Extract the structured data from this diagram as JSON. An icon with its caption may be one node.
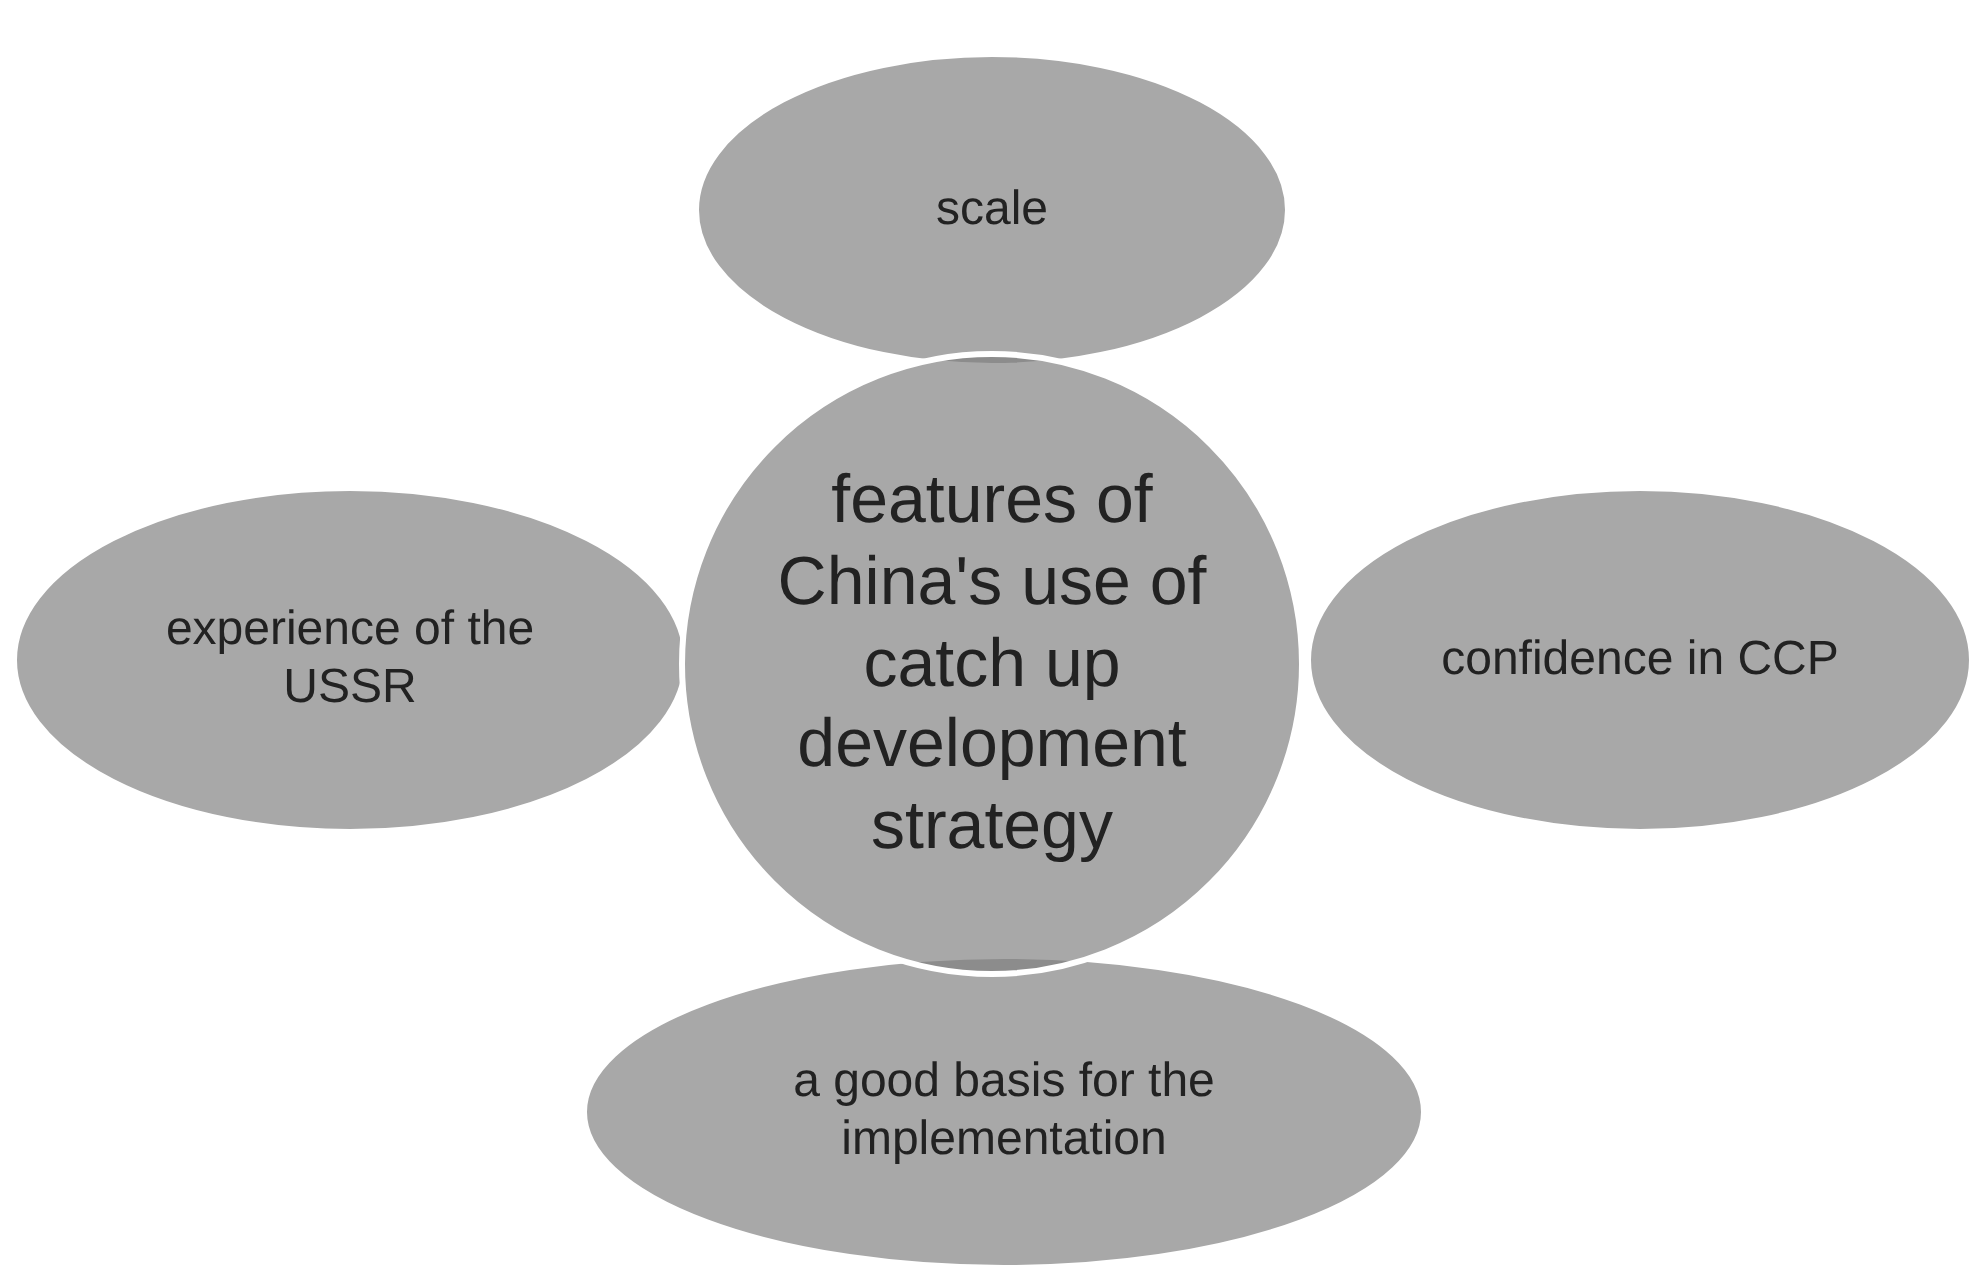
{
  "diagram": {
    "nodes": [
      {
        "text": [
          "scale"
        ]
      },
      {
        "text": [
          "features of China's use of catch up development strategy"
        ]
      },
      {
        "text": [
          "experience of the USSR"
        ]
      },
      {
        "text": [
          "confidence in CCP"
        ]
      },
      {
        "text": [
          "a good basis for the implementation"
        ]
      }
    ]
  }
}
